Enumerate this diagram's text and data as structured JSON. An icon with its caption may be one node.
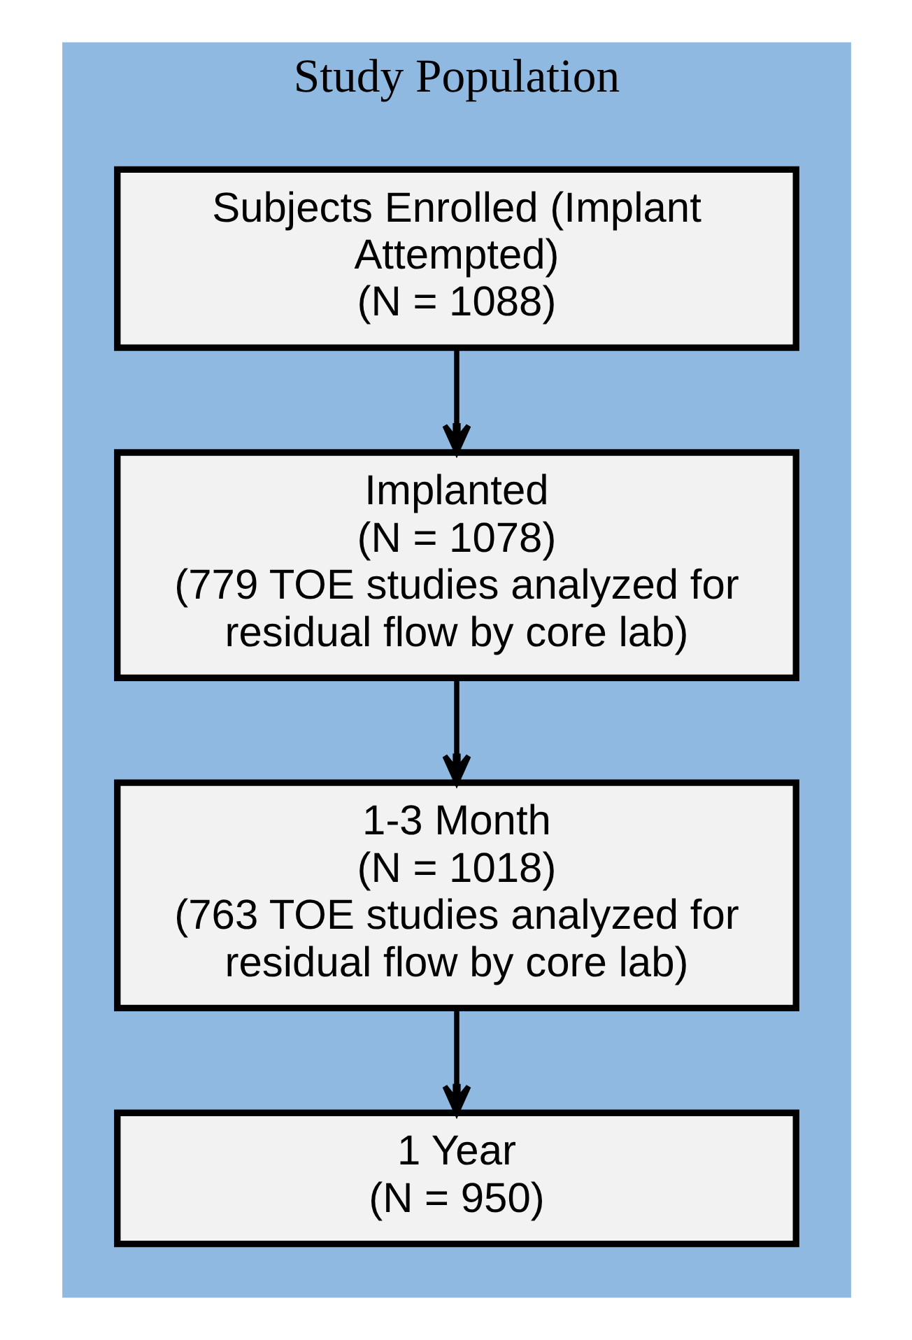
{
  "diagram": {
    "nodes": [
      {
        "text": [
          "Study Population"
        ]
      },
      {
        "text": [
          "Subjects Enrolled (Implant Attempted)",
          "(N = 1088)"
        ],
        "in": 0
      },
      {
        "text": [
          "Implanted",
          "(N = 1078)",
          "(779 TOE studies analyzed for residual flow by core lab)"
        ],
        "in": 0
      },
      {
        "text": [
          "1-3 Month",
          "(N = 1018)",
          "(763 TOE studies analyzed for residual flow by core lab)"
        ],
        "in": 0
      },
      {
        "text": [
          "1 Year",
          "(N = 950)"
        ],
        "in": 0
      }
    ],
    "edges": [
      {
        "from": 1,
        "to": 2,
        "arrow": "to"
      },
      {
        "from": 2,
        "to": 3,
        "arrow": "to"
      },
      {
        "from": 3,
        "to": 4,
        "arrow": "to"
      }
    ]
  }
}
